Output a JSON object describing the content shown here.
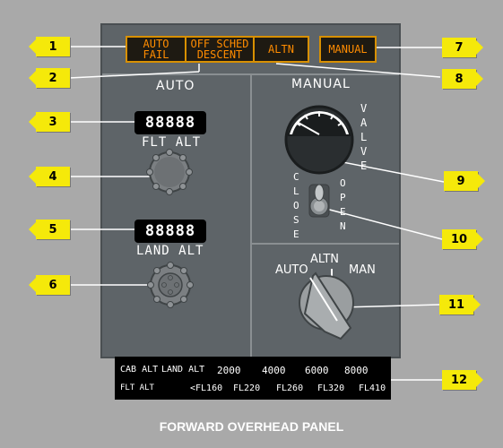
{
  "annunciators": {
    "auto_fail": "AUTO\nFAIL",
    "off_sched_descent": "OFF SCHED\nDESCENT",
    "altn": "ALTN",
    "manual": "MANUAL"
  },
  "sections": {
    "auto": "AUTO",
    "manual": "MANUAL"
  },
  "flt_alt": {
    "display": "88888",
    "label": "FLT ALT"
  },
  "land_alt": {
    "display": "88888",
    "label": "LAND ALT"
  },
  "valve": {
    "label_letters": [
      "V",
      "A",
      "L",
      "V",
      "E"
    ]
  },
  "toggle": {
    "close_letters": [
      "C",
      "L",
      "O",
      "S",
      "E"
    ],
    "open_letters": [
      "O",
      "P",
      "E",
      "N"
    ]
  },
  "selector": {
    "auto": "AUTO",
    "altn": "ALTN",
    "man": "MAN"
  },
  "placard": {
    "row1": [
      "CAB ALT",
      "LAND ALT",
      "2000",
      "4000",
      "6000",
      "8000"
    ],
    "row2": [
      "FLT ALT",
      "<FL160",
      "FL220",
      "FL260",
      "FL320",
      "FL410"
    ]
  },
  "callouts": [
    "1",
    "2",
    "3",
    "4",
    "5",
    "6",
    "7",
    "8",
    "9",
    "10",
    "11",
    "12"
  ],
  "footer": "FORWARD OVERHEAD PANEL",
  "colors": {
    "callout": "#f5e90a",
    "amber": "#ff8c00",
    "panel": "#5e6468"
  }
}
